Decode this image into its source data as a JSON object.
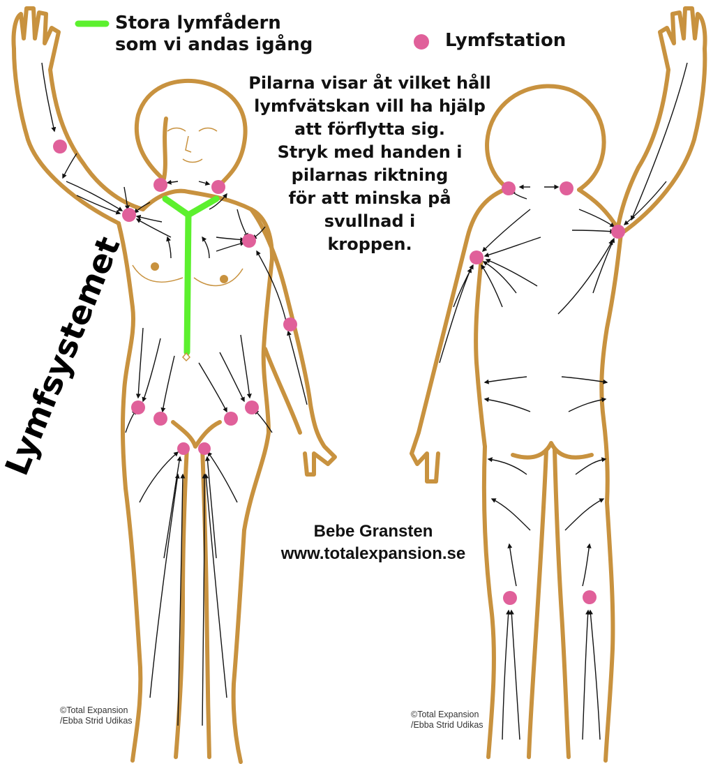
{
  "legend": {
    "green_line_text": [
      "Stora lymfådern",
      "som vi andas igång"
    ],
    "dot_text": "Lymfstation"
  },
  "instructions": [
    "Pilarna visar åt vilket håll",
    "lymfvätskan vill ha hjälp",
    "att förflytta sig.",
    "Stryk med handen i",
    "pilarnas riktning",
    "för att minska på",
    "svullnad i",
    "kroppen."
  ],
  "title": "Lymfsystemet",
  "author": {
    "name": "Bebe Gransten",
    "url": "www.totalexpansion.se"
  },
  "copyright_front": [
    "©Total Expansion",
    "/Ebba Strid Udikas"
  ],
  "copyright_back": [
    "©Total Expansion",
    "/Ebba Strid Udikas"
  ],
  "colors": {
    "outline": "#c8923f",
    "lymph_node": "#e0609a",
    "thoracic_duct": "#5cf02e",
    "arrow": "#111111"
  },
  "icons": {
    "legend_line": "green-line-icon",
    "legend_dot": "pink-dot-icon"
  }
}
